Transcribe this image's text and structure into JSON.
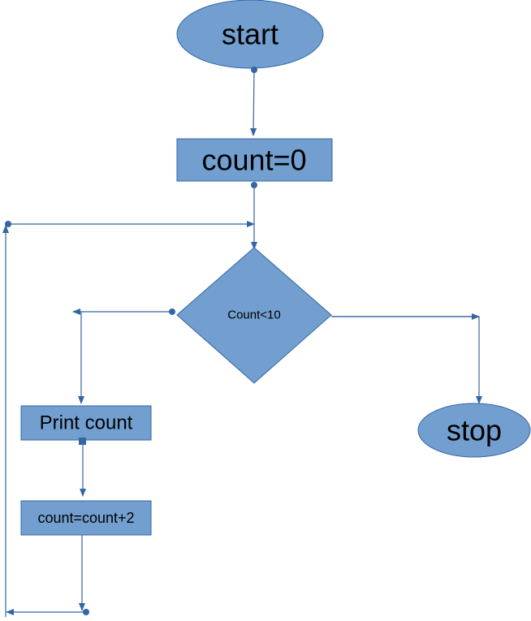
{
  "nodes": {
    "start": "start",
    "init": "count=0",
    "decision": "Count<10",
    "print": "Print count",
    "increment": "count=count+2",
    "stop": "stop"
  },
  "colors": {
    "shape_fill": "#729fcf",
    "shape_stroke": "#3465a4",
    "connector": "#3465a4",
    "text": "#000000"
  }
}
